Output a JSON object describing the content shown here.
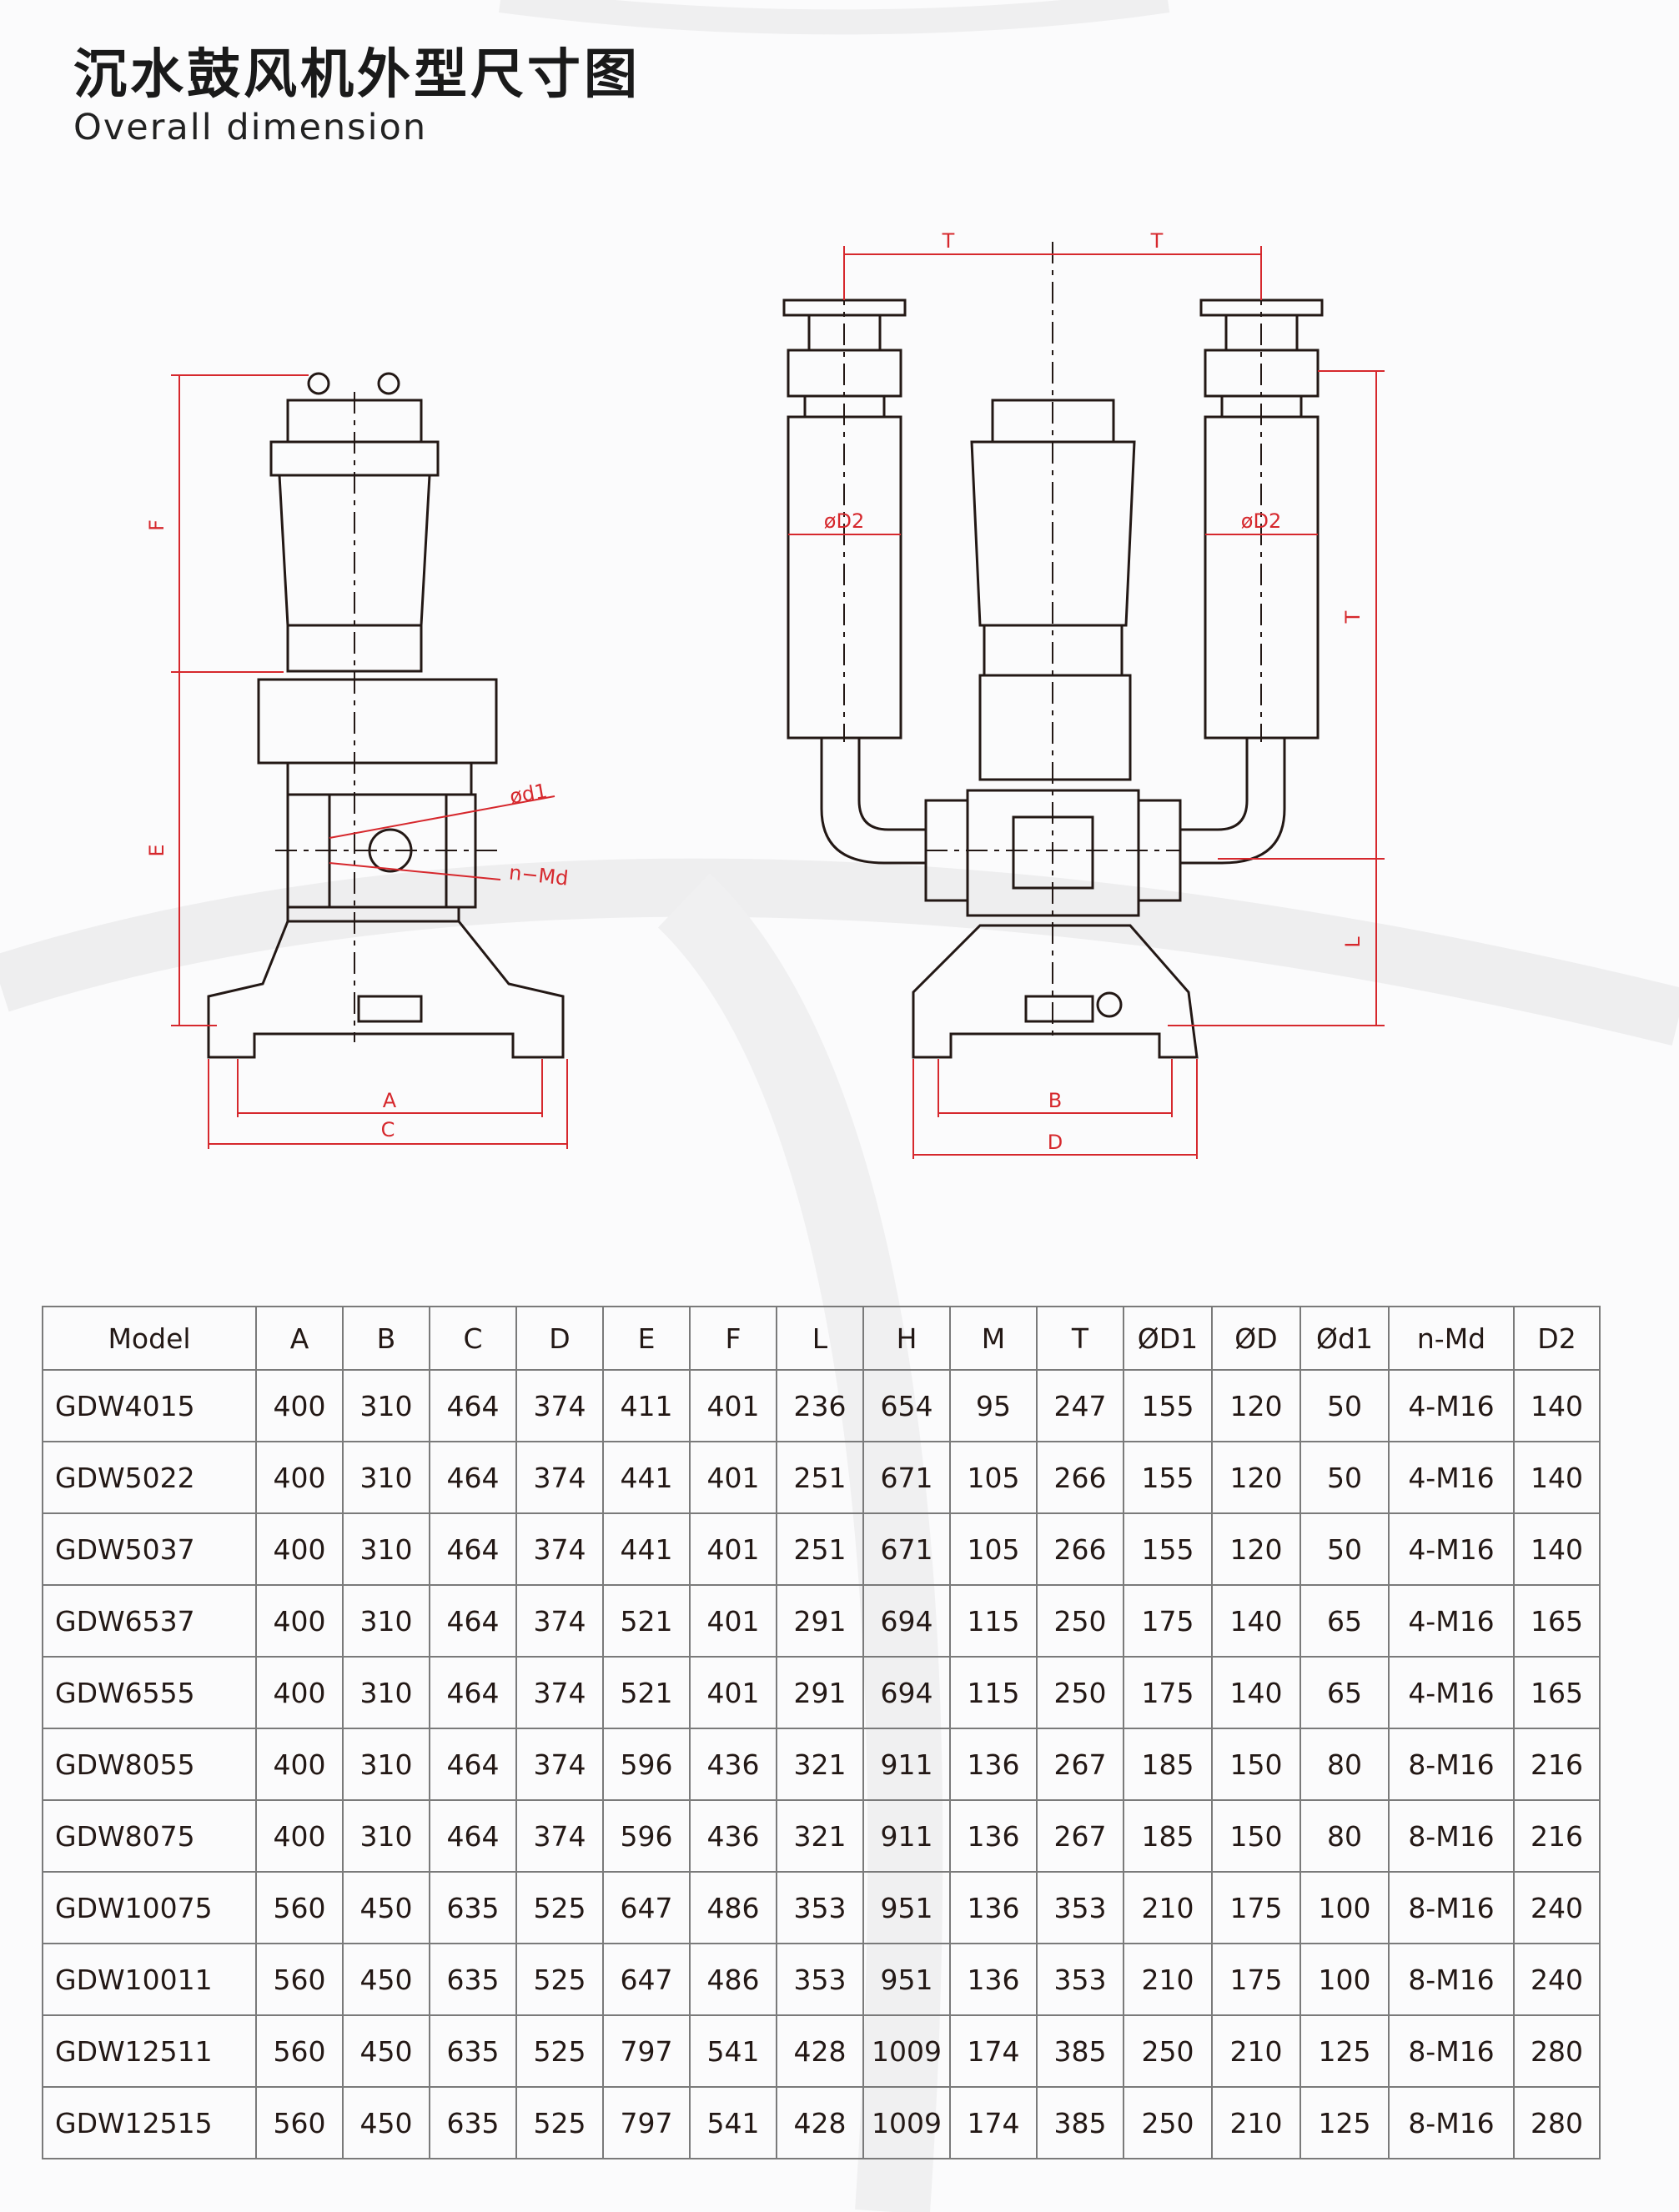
{
  "header": {
    "title_cn": "沉水鼓风机外型尺寸图",
    "title_en": "Overall dimension"
  },
  "drawing": {
    "labels": {
      "A": "A",
      "B": "B",
      "C": "C",
      "D": "D",
      "E": "E",
      "F": "F",
      "L": "L",
      "T": "T",
      "D2": "øD2",
      "d1": "ød1",
      "nMd": "n−Md"
    },
    "colors": {
      "dimension": "#d6282d",
      "outline": "#231815"
    }
  },
  "table": {
    "columns": [
      "Model",
      "A",
      "B",
      "C",
      "D",
      "E",
      "F",
      "L",
      "H",
      "M",
      "T",
      "ØD1",
      "ØD",
      "Ød1",
      "n-Md",
      "D2"
    ],
    "rows": [
      [
        "GDW4015",
        "400",
        "310",
        "464",
        "374",
        "411",
        "401",
        "236",
        "654",
        "95",
        "247",
        "155",
        "120",
        "50",
        "4-M16",
        "140"
      ],
      [
        "GDW5022",
        "400",
        "310",
        "464",
        "374",
        "441",
        "401",
        "251",
        "671",
        "105",
        "266",
        "155",
        "120",
        "50",
        "4-M16",
        "140"
      ],
      [
        "GDW5037",
        "400",
        "310",
        "464",
        "374",
        "441",
        "401",
        "251",
        "671",
        "105",
        "266",
        "155",
        "120",
        "50",
        "4-M16",
        "140"
      ],
      [
        "GDW6537",
        "400",
        "310",
        "464",
        "374",
        "521",
        "401",
        "291",
        "694",
        "115",
        "250",
        "175",
        "140",
        "65",
        "4-M16",
        "165"
      ],
      [
        "GDW6555",
        "400",
        "310",
        "464",
        "374",
        "521",
        "401",
        "291",
        "694",
        "115",
        "250",
        "175",
        "140",
        "65",
        "4-M16",
        "165"
      ],
      [
        "GDW8055",
        "400",
        "310",
        "464",
        "374",
        "596",
        "436",
        "321",
        "911",
        "136",
        "267",
        "185",
        "150",
        "80",
        "8-M16",
        "216"
      ],
      [
        "GDW8075",
        "400",
        "310",
        "464",
        "374",
        "596",
        "436",
        "321",
        "911",
        "136",
        "267",
        "185",
        "150",
        "80",
        "8-M16",
        "216"
      ],
      [
        "GDW10075",
        "560",
        "450",
        "635",
        "525",
        "647",
        "486",
        "353",
        "951",
        "136",
        "353",
        "210",
        "175",
        "100",
        "8-M16",
        "240"
      ],
      [
        "GDW10011",
        "560",
        "450",
        "635",
        "525",
        "647",
        "486",
        "353",
        "951",
        "136",
        "353",
        "210",
        "175",
        "100",
        "8-M16",
        "240"
      ],
      [
        "GDW12511",
        "560",
        "450",
        "635",
        "525",
        "797",
        "541",
        "428",
        "1009",
        "174",
        "385",
        "250",
        "210",
        "125",
        "8-M16",
        "280"
      ],
      [
        "GDW12515",
        "560",
        "450",
        "635",
        "525",
        "797",
        "541",
        "428",
        "1009",
        "174",
        "385",
        "250",
        "210",
        "125",
        "8-M16",
        "280"
      ]
    ]
  }
}
